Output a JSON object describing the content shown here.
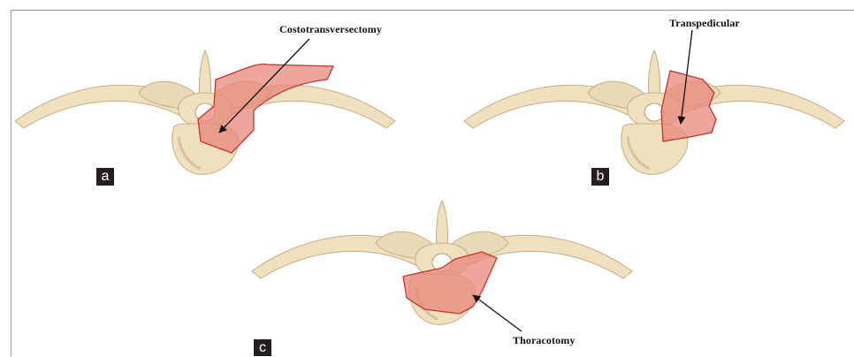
{
  "panels": [
    {
      "letter": "a",
      "approach": "Costotransversectomy"
    },
    {
      "letter": "b",
      "approach": "Transpedicular"
    },
    {
      "letter": "c",
      "approach": "Thoracotomy"
    }
  ],
  "colors": {
    "bone": "#efe0c0",
    "bone_shadow": "#d9c39a",
    "bone_outline": "#c8ad82",
    "resection": "#e8877a",
    "resection_outline": "#c8322a",
    "arrow": "#111111",
    "frame": "#9a9a9a",
    "label_bg": "#231f20"
  }
}
